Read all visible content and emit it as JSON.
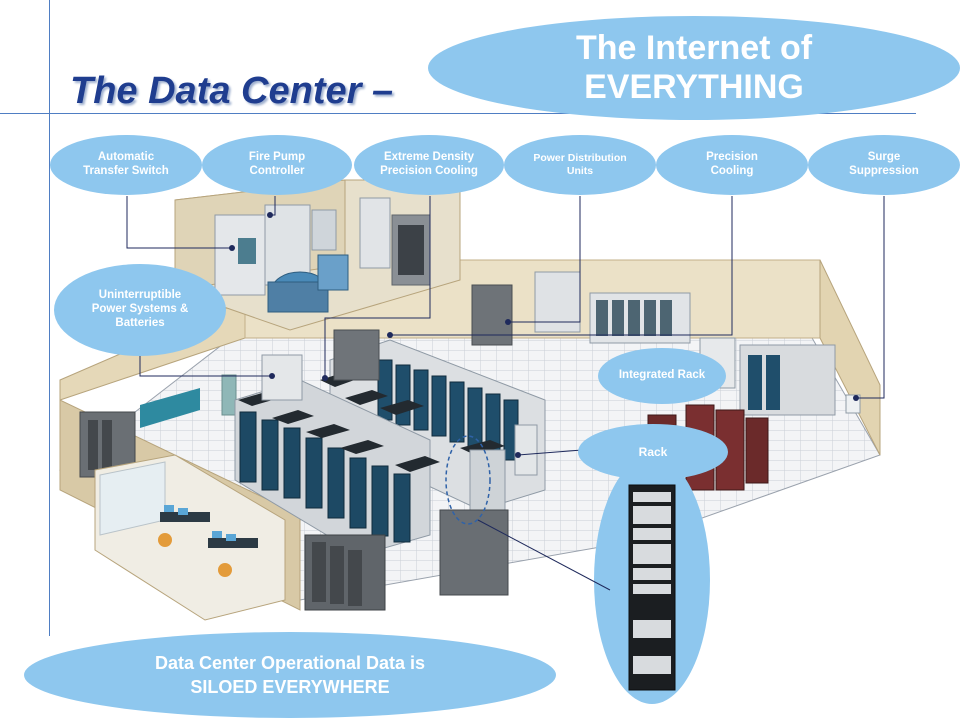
{
  "header": {
    "title": "The Data Center –",
    "callout_line1": "The Internet of",
    "callout_line2": "EVERYTHING"
  },
  "labels": {
    "ats": "Automatic Transfer Switch",
    "fire_pump": "Fire Pump Controller",
    "extreme_cooling": "Extreme Density Precision Cooling",
    "pdu": "Power Distribution Units",
    "precision_cooling": "Precision Cooling",
    "surge": "Surge Suppression",
    "ups": "Uninterruptible Power Systems & Batteries",
    "integrated_rack": "Integrated Rack",
    "rack": "Rack"
  },
  "footer": {
    "line1": "Data Center Operational Data is",
    "line2": "SILOED EVERYWHERE"
  },
  "colors": {
    "accent": "#8ec7ee",
    "title": "#1f3d8f",
    "rule": "#4f7ec3",
    "rack_blue": "#1f4e6b"
  }
}
